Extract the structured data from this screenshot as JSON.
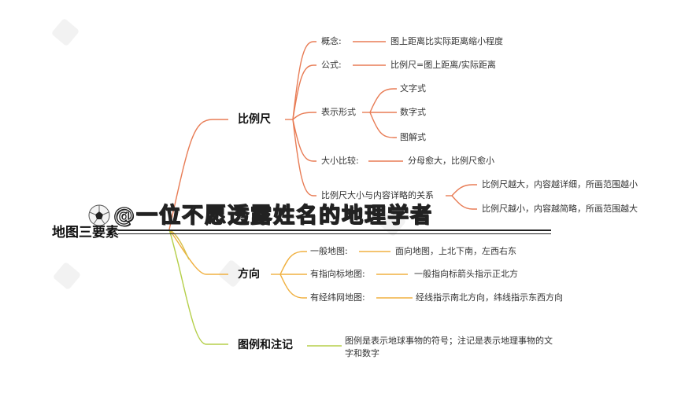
{
  "mindmap": {
    "root": "地图三要素",
    "colors": {
      "scale_branch": "#e87c55",
      "direction_branch": "#f0b040",
      "legend_branch": "#b5cf4a"
    },
    "branches": [
      {
        "label": "比例尺",
        "children": [
          {
            "label": "概念:",
            "detail": "图上距离比实际距离缩小程度"
          },
          {
            "label": "公式:",
            "detail": "比例尺=图上距离/实际距离"
          },
          {
            "label": "表示形式",
            "items": [
              "文字式",
              "数字式",
              "图解式"
            ]
          },
          {
            "label": "大小比较:",
            "detail": "分母愈大，比例尺愈小"
          },
          {
            "label": "比例尺大小与内容详略的关系",
            "items": [
              "比例尺越大，内容越详细，所画范围越小",
              "比例尺越小，内容越简略，所画范围越大"
            ]
          }
        ]
      },
      {
        "label": "方向",
        "children": [
          {
            "label": "一般地图:",
            "detail": "面向地图，上北下南，左西右东"
          },
          {
            "label": "有指向标地图:",
            "detail": "一般指向标箭头指示正北方"
          },
          {
            "label": "有经纬网地图:",
            "detail": "经线指示南北方向，纬线指示东西方向"
          }
        ]
      },
      {
        "label": "图例和注记",
        "detail": "图例是表示地球事物的符号；注记是表示地理事物的文字和数字"
      }
    ]
  },
  "watermark": {
    "text": "@一位不愿透露姓名的地理学者",
    "icon": "soccer-ball-icon"
  }
}
